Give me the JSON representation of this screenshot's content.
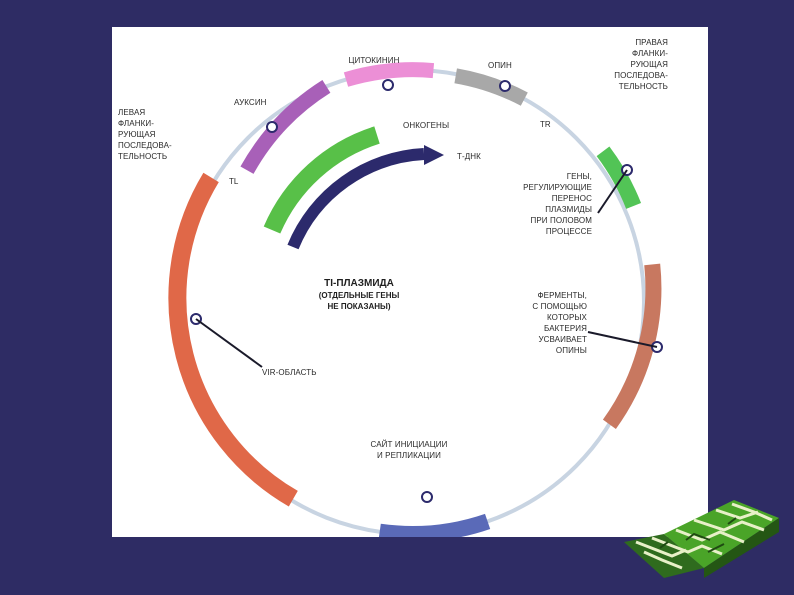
{
  "diagram": {
    "title": "TI-ПЛАЗМИДА",
    "subtitle": "(ОТДЕЛЬНЫЕ ГЕНЫ\nНЕ ПОКАЗАНЫ)",
    "labels": {
      "auxin": "АУКСИН",
      "cytokinin": "ЦИТОКИНИН",
      "opine": "ОПИН",
      "right_flank": "ПРАВАЯ\nФЛАНКИ-\nРУЮЩАЯ\nПОСЛЕДОВА-\nТЕЛЬНОСТЬ",
      "left_flank": "ЛЕВАЯ\nФЛАНКИ-\nРУЮЩАЯ\nПОСЛЕДОВА-\nТЕЛЬНОСТЬ",
      "oncogenes": "ОНКОГЕНЫ",
      "tdna": "Т-ДНК",
      "transfer_genes": "ГЕНЫ,\nРЕГУЛИРУЮЩИЕ\nПЕРЕНОС\nПЛАЗМИДЫ\nПРИ ПОЛОВОМ\nПРОЦЕССЕ",
      "opine_enzymes": "ФЕРМЕНТЫ,\nС ПОМОЩЬЮ\nКОТОРЫХ\nБАКТЕРИЯ\nУСВАИВАЕТ\nОПИНЫ",
      "vir_region": "VIR-ОБЛАСТЬ",
      "replication_site": "САЙТ ИНИЦИАЦИИ\nИ РЕПЛИКАЦИИ"
    },
    "colors": {
      "background": "#2e2c64",
      "ring": "#c8d4e2",
      "auxin": "#a860b8",
      "cytokinin": "#ec8fd6",
      "opine": "#a8a8a8",
      "oncogenes": "#58c048",
      "tdna": "#2c2a6c",
      "transfer": "#52c456",
      "enzymes": "#c87860",
      "vir": "#e06848",
      "replication": "#5a6ab8"
    },
    "logo_icon": "maze-cube-icon"
  }
}
